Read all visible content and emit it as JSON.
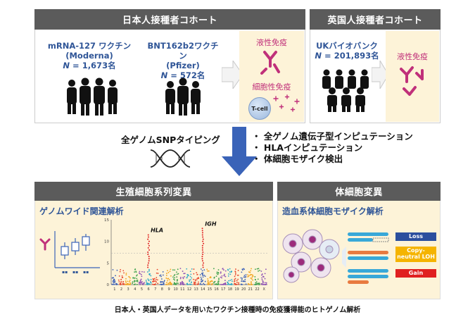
{
  "japan": {
    "header": "日本人接種者コホート",
    "moderna": {
      "line1": "mRNA-127 ワクチン",
      "line2": "(Moderna)",
      "n_prefix": "N",
      "n_value": " = 1,673名"
    },
    "pfizer": {
      "line1": "BNT162b2ワクチン",
      "line2": "(Pfizer)",
      "n_prefix": "N",
      "n_value": " = 572名"
    },
    "humoral": "液性免疫",
    "cellular": "細胞性免疫",
    "tcell": "T-cell"
  },
  "uk": {
    "header": "英国人接種者コホート",
    "biobank": "UKバイオバンク",
    "n_prefix": "N",
    "n_value": " = 201,893名",
    "humoral": "液性免疫"
  },
  "middle": {
    "left_label": "全ゲノムSNPタイピング",
    "bullets": [
      "全ゲノム遺伝子型インピュテーション",
      "HLAインピュテーション",
      "体細胞モザイク検出"
    ]
  },
  "germline": {
    "header": "生殖細胞系列変異",
    "subtitle": "ゲノムワイド関連解析"
  },
  "somatic": {
    "header": "体細胞変異",
    "subtitle": "造血系体細胞モザイク解析",
    "legend": [
      "Loss",
      "Copy-neutral LOH",
      "Gain"
    ],
    "legend_colors": [
      "#2b4f9e",
      "#f5b400",
      "#e02020"
    ]
  },
  "chart_data": {
    "type": "scatter",
    "title": "",
    "xlabel": "",
    "ylabel": "",
    "ylim": [
      0,
      15
    ],
    "yticks": [
      "0",
      "5",
      "10",
      "15"
    ],
    "xticks": [
      "1",
      "2",
      "3",
      "4",
      "5",
      "6",
      "7",
      "8",
      "9",
      "10",
      "11",
      "12",
      "13",
      "14",
      "15",
      "16",
      "17",
      "18",
      "19",
      "20",
      "21",
      "22",
      "X"
    ],
    "annotations": [
      "HLA",
      "IGH"
    ],
    "peaks": [
      {
        "chromosome": "6",
        "value": 11.5,
        "label": "HLA"
      },
      {
        "chromosome": "14",
        "value": 13,
        "label": "IGH"
      }
    ]
  },
  "caption": "日本人・英国人データを用いたワクチン接種時の免疫獲得能のヒトゲノム解析"
}
